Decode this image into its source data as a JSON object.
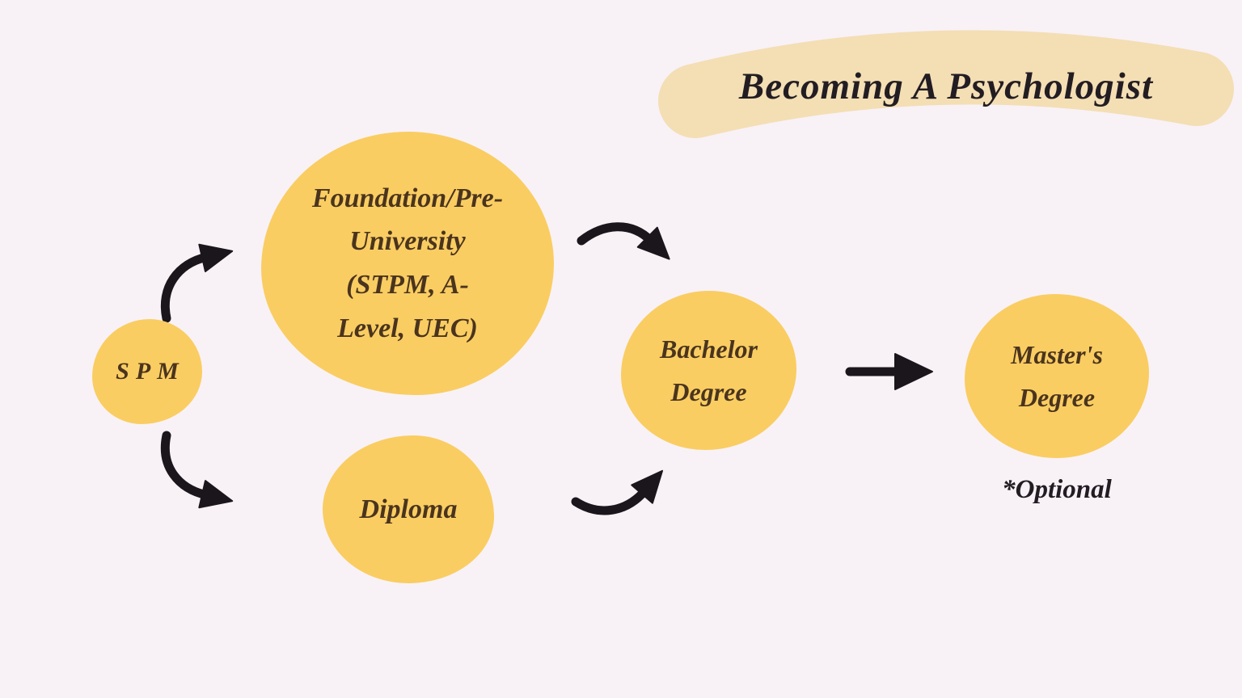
{
  "title": "Becoming A Psychologist",
  "note": "*Optional",
  "nodes": [
    {
      "id": "spm",
      "label": "SPM",
      "lines": [
        "SPM"
      ]
    },
    {
      "id": "foundation",
      "label": "Foundation/Pre-University (STPM, A-Level, UEC)",
      "lines": [
        "Foundation/Pre-",
        "University",
        "(STPM, A-",
        "Level, UEC)"
      ]
    },
    {
      "id": "diploma",
      "label": "Diploma",
      "lines": [
        "Diploma"
      ]
    },
    {
      "id": "bachelor",
      "label": "Bachelor Degree",
      "lines": [
        "Bachelor",
        "Degree"
      ]
    },
    {
      "id": "masters",
      "label": "Master's Degree",
      "lines": [
        "Master's",
        "Degree"
      ]
    }
  ],
  "edges": [
    {
      "from": "spm",
      "to": "foundation"
    },
    {
      "from": "spm",
      "to": "diploma"
    },
    {
      "from": "foundation",
      "to": "bachelor"
    },
    {
      "from": "diploma",
      "to": "bachelor"
    },
    {
      "from": "bachelor",
      "to": "masters"
    }
  ],
  "colors": {
    "background": "#F8F2F7",
    "node_fill": "#FACD62",
    "title_highlight": "#F4DEB4",
    "node_text": "#4A341E",
    "title_text": "#221D22",
    "arrow": "#1A161B"
  }
}
